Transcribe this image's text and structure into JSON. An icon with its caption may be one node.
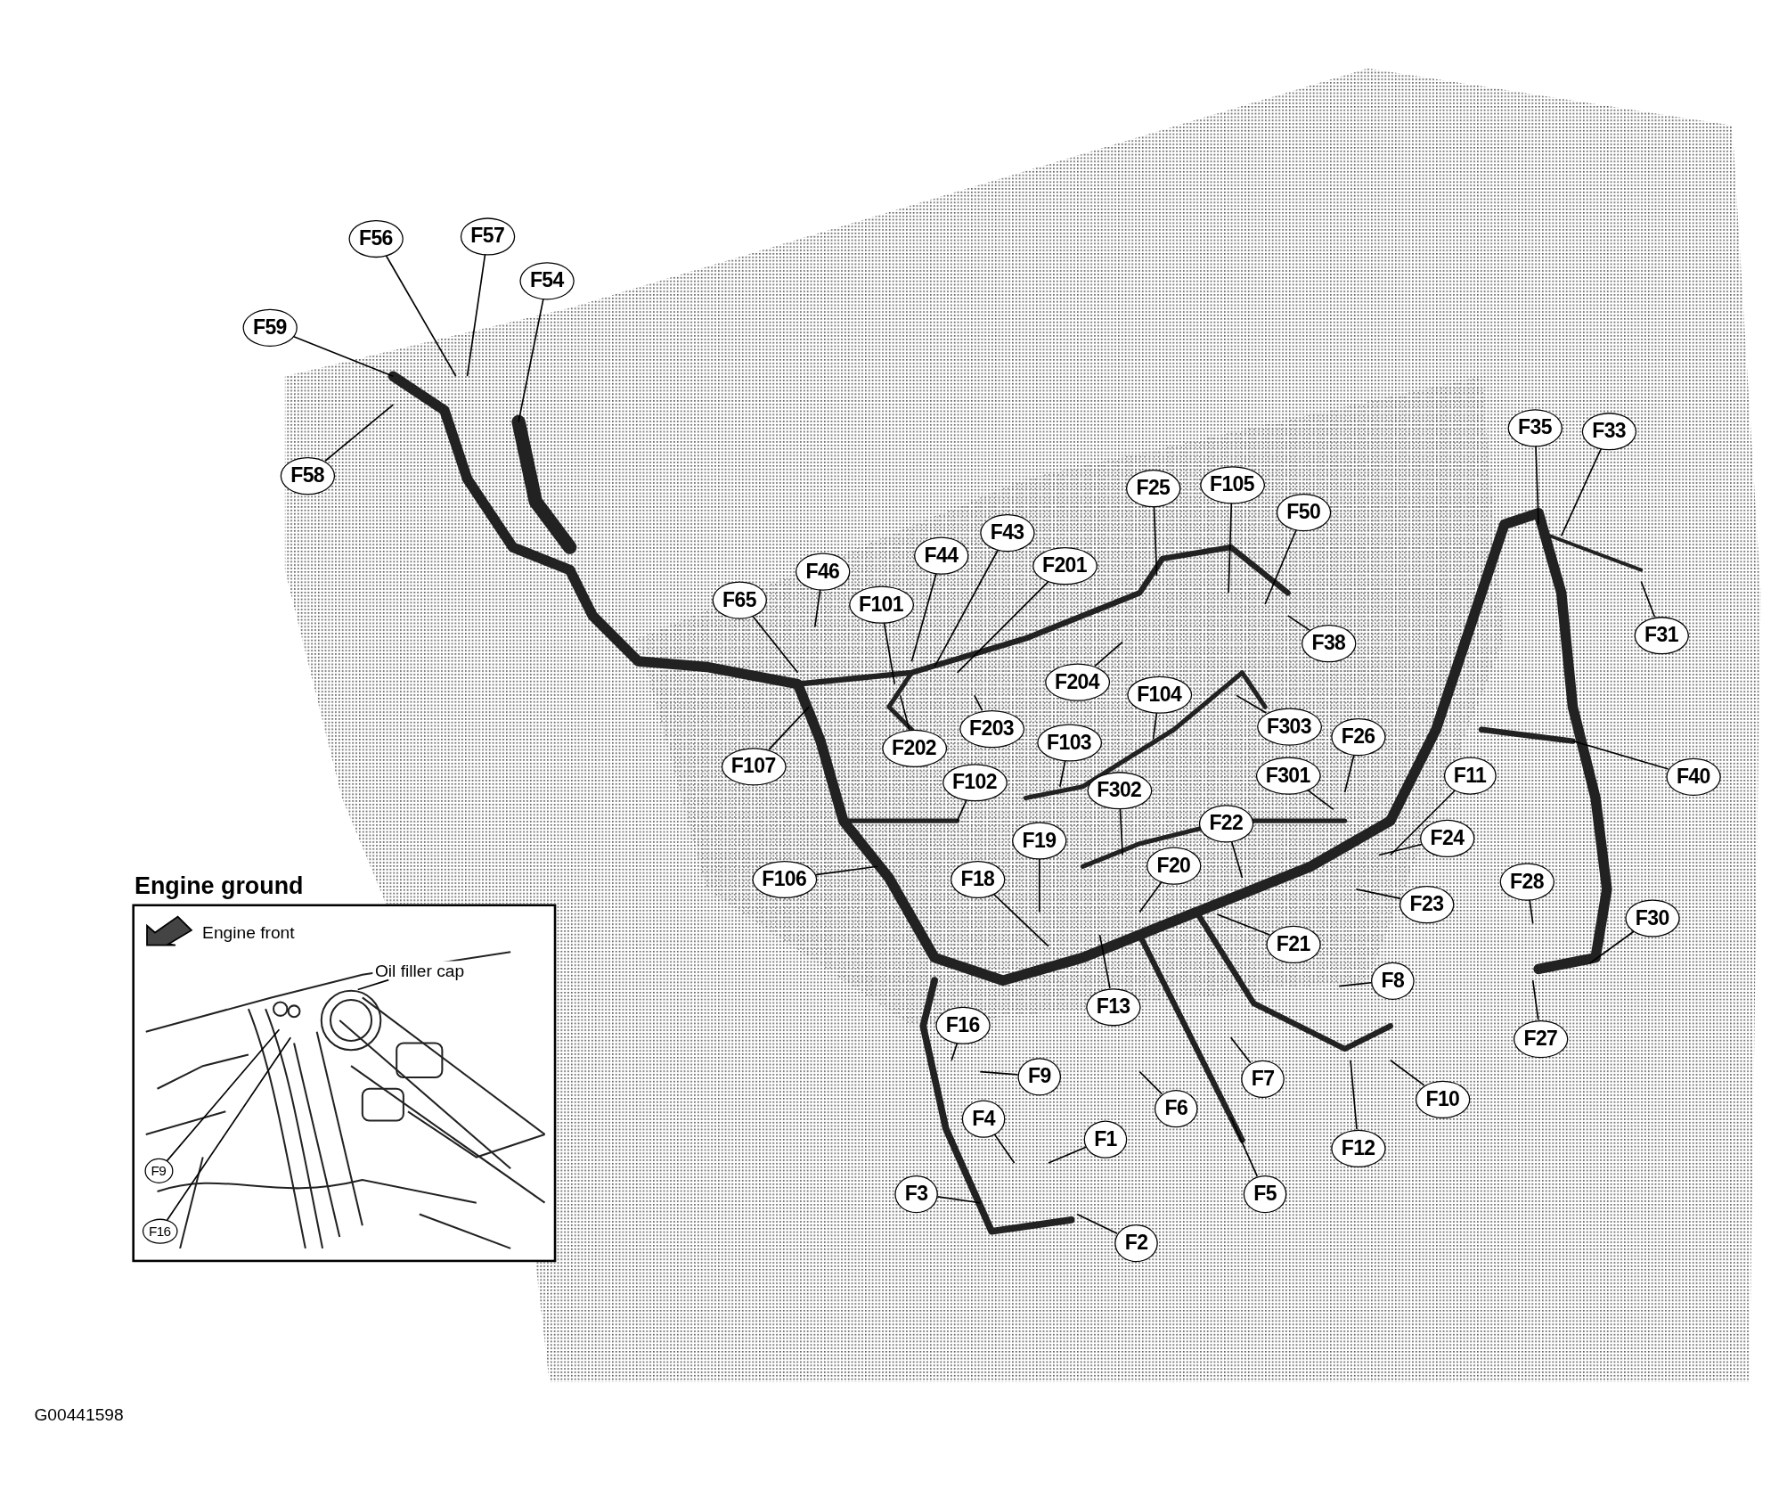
{
  "diagram": {
    "nodes": [
      {
        "text": [
          "F56"
        ]
      },
      {
        "text": [
          "F57"
        ]
      },
      {
        "text": [
          "F54"
        ]
      },
      {
        "text": [
          "F59"
        ]
      },
      {
        "text": [
          "F58"
        ]
      },
      {
        "text": [
          "F65"
        ]
      },
      {
        "text": [
          "F46"
        ]
      },
      {
        "text": [
          "F101"
        ]
      },
      {
        "text": [
          "F44"
        ]
      },
      {
        "text": [
          "F43"
        ]
      },
      {
        "text": [
          "F201"
        ]
      },
      {
        "text": [
          "F25"
        ]
      },
      {
        "text": [
          "F105"
        ]
      },
      {
        "text": [
          "F50"
        ]
      },
      {
        "text": [
          "F38"
        ]
      },
      {
        "text": [
          "F35"
        ]
      },
      {
        "text": [
          "F33"
        ]
      },
      {
        "text": [
          "F31"
        ]
      },
      {
        "text": [
          "F204"
        ]
      },
      {
        "text": [
          "F104"
        ]
      },
      {
        "text": [
          "F303"
        ]
      },
      {
        "text": [
          "F202"
        ]
      },
      {
        "text": [
          "F203"
        ]
      },
      {
        "text": [
          "F103"
        ]
      },
      {
        "text": [
          "F107"
        ]
      },
      {
        "text": [
          "F102"
        ]
      },
      {
        "text": [
          "F302"
        ]
      },
      {
        "text": [
          "F301"
        ]
      },
      {
        "text": [
          "F26"
        ]
      },
      {
        "text": [
          "F11"
        ]
      },
      {
        "text": [
          "F40"
        ]
      },
      {
        "text": [
          "F24"
        ]
      },
      {
        "text": [
          "F19"
        ]
      },
      {
        "text": [
          "F22"
        ]
      },
      {
        "text": [
          "F106"
        ]
      },
      {
        "text": [
          "F18"
        ]
      },
      {
        "text": [
          "F20"
        ]
      },
      {
        "text": [
          "F23"
        ]
      },
      {
        "text": [
          "F28"
        ]
      },
      {
        "text": [
          "F30"
        ]
      },
      {
        "text": [
          "F21"
        ]
      },
      {
        "text": [
          "F8"
        ]
      },
      {
        "text": [
          "F13"
        ]
      },
      {
        "text": [
          "F16"
        ]
      },
      {
        "text": [
          "F9"
        ]
      },
      {
        "text": [
          "F7"
        ]
      },
      {
        "text": [
          "F6"
        ]
      },
      {
        "text": [
          "F10"
        ]
      },
      {
        "text": [
          "F27"
        ]
      },
      {
        "text": [
          "F4"
        ]
      },
      {
        "text": [
          "F1"
        ]
      },
      {
        "text": [
          "F5"
        ]
      },
      {
        "text": [
          "F12"
        ]
      },
      {
        "text": [
          "F3"
        ]
      },
      {
        "text": [
          "F2"
        ]
      },
      {
        "text": [
          "Engine ground"
        ]
      },
      {
        "text": [
          "Oil filler cap"
        ],
        "in": 55
      },
      {
        "text": [
          "F9"
        ],
        "in": 55
      },
      {
        "text": [
          "F16"
        ],
        "in": 55
      },
      {
        "text": [
          "Engine front"
        ],
        "in": 55
      }
    ],
    "edges": [
      {
        "from": 0,
        "to": null,
        "arrow": "none"
      },
      {
        "from": 1,
        "to": null,
        "arrow": "none"
      },
      {
        "from": 2,
        "to": null,
        "arrow": "none"
      },
      {
        "from": 3,
        "to": null,
        "arrow": "none"
      },
      {
        "from": 4,
        "to": null,
        "arrow": "none"
      },
      {
        "from": 5,
        "to": null,
        "arrow": "none"
      },
      {
        "from": 6,
        "to": null,
        "arrow": "none"
      },
      {
        "from": 7,
        "to": null,
        "arrow": "none"
      },
      {
        "from": 8,
        "to": null,
        "arrow": "none"
      },
      {
        "from": 9,
        "to": null,
        "arrow": "none"
      },
      {
        "from": 10,
        "to": null,
        "arrow": "none"
      },
      {
        "from": 11,
        "to": null,
        "arrow": "none"
      },
      {
        "from": 12,
        "to": null,
        "arrow": "none"
      },
      {
        "from": 13,
        "to": null,
        "arrow": "none"
      },
      {
        "from": 14,
        "to": null,
        "arrow": "none"
      },
      {
        "from": 15,
        "to": null,
        "arrow": "none"
      },
      {
        "from": 16,
        "to": null,
        "arrow": "none"
      },
      {
        "from": 17,
        "to": null,
        "arrow": "none"
      },
      {
        "from": 18,
        "to": null,
        "arrow": "none"
      },
      {
        "from": 19,
        "to": null,
        "arrow": "none"
      },
      {
        "from": 20,
        "to": null,
        "arrow": "none"
      },
      {
        "from": 21,
        "to": null,
        "arrow": "none"
      },
      {
        "from": 22,
        "to": null,
        "arrow": "none"
      },
      {
        "from": 23,
        "to": null,
        "arrow": "none"
      },
      {
        "from": 24,
        "to": null,
        "arrow": "none"
      },
      {
        "from": 25,
        "to": null,
        "arrow": "none"
      },
      {
        "from": 26,
        "to": null,
        "arrow": "none"
      },
      {
        "from": 27,
        "to": null,
        "arrow": "none"
      },
      {
        "from": 28,
        "to": null,
        "arrow": "none"
      },
      {
        "from": 29,
        "to": null,
        "arrow": "none"
      },
      {
        "from": 30,
        "to": null,
        "arrow": "none"
      },
      {
        "from": 31,
        "to": null,
        "arrow": "none"
      },
      {
        "from": 32,
        "to": null,
        "arrow": "none"
      },
      {
        "from": 33,
        "to": null,
        "arrow": "none"
      },
      {
        "from": 34,
        "to": null,
        "arrow": "none"
      },
      {
        "from": 35,
        "to": null,
        "arrow": "none"
      },
      {
        "from": 36,
        "to": null,
        "arrow": "none"
      },
      {
        "from": 37,
        "to": null,
        "arrow": "none"
      },
      {
        "from": 38,
        "to": null,
        "arrow": "none"
      },
      {
        "from": 39,
        "to": null,
        "arrow": "none"
      },
      {
        "from": 40,
        "to": null,
        "arrow": "none"
      },
      {
        "from": 41,
        "to": null,
        "arrow": "none"
      },
      {
        "from": 42,
        "to": null,
        "arrow": "none"
      },
      {
        "from": 43,
        "to": null,
        "arrow": "none"
      },
      {
        "from": 44,
        "to": null,
        "arrow": "none"
      },
      {
        "from": 45,
        "to": null,
        "arrow": "none"
      },
      {
        "from": 46,
        "to": null,
        "arrow": "none"
      },
      {
        "from": 47,
        "to": null,
        "arrow": "none"
      },
      {
        "from": 48,
        "to": null,
        "arrow": "none"
      },
      {
        "from": 49,
        "to": null,
        "arrow": "none"
      },
      {
        "from": 50,
        "to": null,
        "arrow": "none"
      },
      {
        "from": 51,
        "to": null,
        "arrow": "none"
      },
      {
        "from": 52,
        "to": null,
        "arrow": "none"
      },
      {
        "from": 53,
        "to": null,
        "arrow": "none"
      },
      {
        "from": 54,
        "to": null,
        "arrow": "none"
      },
      {
        "from": 56,
        "to": null,
        "arrow": "none"
      },
      {
        "from": 57,
        "to": null,
        "arrow": "none"
      },
      {
        "from": 58,
        "to": null,
        "arrow": "none"
      }
    ],
    "labels": [
      "G00441598"
    ]
  }
}
